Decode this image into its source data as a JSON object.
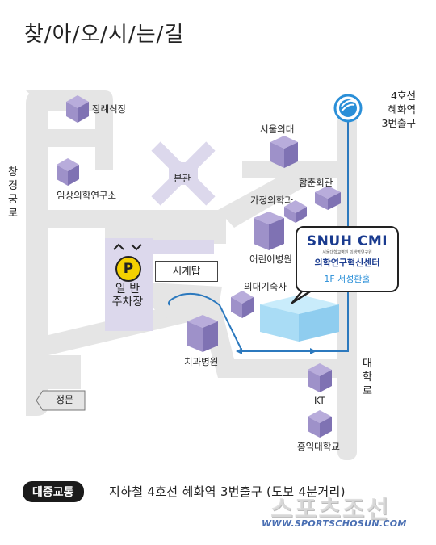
{
  "title": "찾/아/오/시/는/길",
  "stations": {
    "line": "4호선",
    "name": "혜화역",
    "exit": "3번출구"
  },
  "roads": {
    "left_vertical": [
      "창",
      "경",
      "궁",
      "로"
    ],
    "right_vertical": [
      "대",
      "학",
      "로"
    ]
  },
  "buildings": {
    "funeral": "장례식장",
    "clinical_research": "임상의학연구소",
    "main": "본관",
    "seoul_med": "서울의대",
    "hamchun": "함춘회관",
    "surgery": "가정의학과",
    "children": "어린이병원",
    "dormitory": "의대기숙사",
    "dental": "치과병원",
    "kt": "KT",
    "hongik": "홍익대학교",
    "clock_tower": "시계탑",
    "main_gate": "정문"
  },
  "parking": {
    "icon": "P",
    "label_line1": "일  반",
    "label_line2": "주차장"
  },
  "callout": {
    "logo": "SNUH CMI",
    "tiny": "서울대학교병원 의생명연구원",
    "center": "의학연구혁신센터",
    "floor": "1F 서성환홀"
  },
  "footer": {
    "badge": "대중교통",
    "text": "지하철 4호선 혜화역 3번출구 (도보 4분거리)"
  },
  "watermark": {
    "brand": "스포츠조선",
    "url": "WWW.SPORTSCHOSUN.COM"
  },
  "colors": {
    "road": "#e5e5e5",
    "building": "#9e91c9",
    "parking_area": "#dcd8ec",
    "route": "#2c79be",
    "target": "#a9dcf5",
    "parking_icon": "#f4d000"
  }
}
